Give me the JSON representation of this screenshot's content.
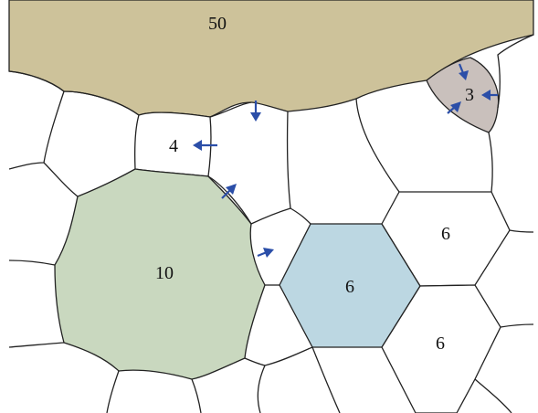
{
  "colors": {
    "background": "#ffffff",
    "edge": "#222222",
    "arrow": "#2b4ea8",
    "cell_50": "#cdc29a",
    "cell_10": "#c9d8bf",
    "cell_6_highlight": "#bcd7e2",
    "cell_3": "#c9c0bc",
    "cell_default": "#ffffff"
  },
  "labels": {
    "cell_50": "50",
    "cell_10": "10",
    "cell_6_center": "6",
    "cell_6_upper": "6",
    "cell_6_lower": "6",
    "cell_4": "4",
    "cell_3": "3"
  },
  "arrows": [
    {
      "name": "arrow-into-4",
      "icon": "arrow-icon"
    },
    {
      "name": "arrow-down-from-50",
      "icon": "arrow-icon"
    },
    {
      "name": "arrow-into-10-upper",
      "icon": "arrow-icon"
    },
    {
      "name": "arrow-into-small-cell",
      "icon": "arrow-icon"
    },
    {
      "name": "arrow-into-3-top",
      "icon": "arrow-icon"
    },
    {
      "name": "arrow-into-3-right",
      "icon": "arrow-icon"
    },
    {
      "name": "arrow-into-3-left",
      "icon": "arrow-icon"
    }
  ]
}
